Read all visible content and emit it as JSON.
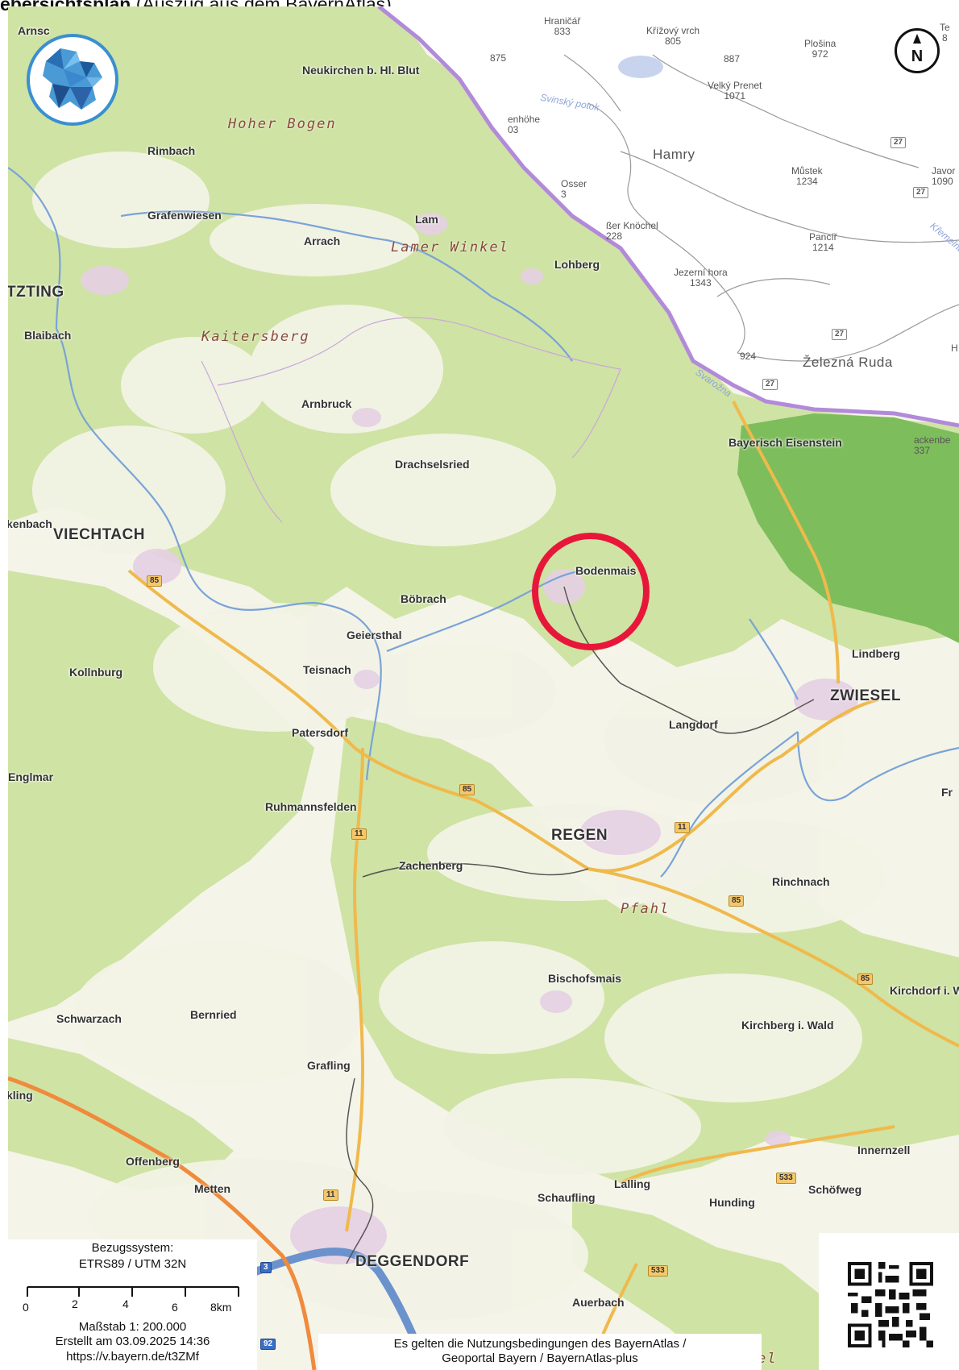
{
  "heading": {
    "bold": "ebersichtsplan",
    "rest": " (Auszug aus dem BayernAtlas)"
  },
  "colors": {
    "forest": "#cfe3a4",
    "open_land": "#f6f5ec",
    "settlement": "#e7d2e6",
    "river": "#7aa3d8",
    "main_road": "#f0b94c",
    "border": "#b28ad9",
    "national_park": "#7ebd5c",
    "czech_bg": "#ffffff",
    "marker": "#e8173a",
    "danube": "#6b92cc"
  },
  "icons": {
    "logo": "bayern-polygon-logo-icon",
    "north": "north-arrow-icon",
    "marker": "location-circle-marker"
  },
  "north_label": "N",
  "marker_target": "Bodenmais",
  "places": {
    "arnsch": "Arnsc",
    "neukirchen": "Neukirchen b. Hl. Blut",
    "rimbach": "Rimbach",
    "grafenwiesen": "Grafenwiesen",
    "lam": "Lam",
    "arrach": "Arrach",
    "lohberg": "Lohberg",
    "tzting": "TZTING",
    "blaibach": "Blaibach",
    "ambruck": "Arnbruck",
    "drachselsried": "Drachselsried",
    "bayerisch_eisenstein": "Bayerisch Eisenstein",
    "kenbach": "kenbach",
    "viechtach": "VIECHTACH",
    "bodenmais": "Bodenmais",
    "bobrach": "Böbrach",
    "geiersthal": "Geiersthal",
    "kollnburg": "Kollnburg",
    "teisnach": "Teisnach",
    "lindberg": "Lindberg",
    "zwiesel": "ZWIESEL",
    "langdorf": "Langdorf",
    "patersdorf": "Patersdorf",
    "englmar": "Englmar",
    "ruhmannsfelden": "Ruhmannsfelden",
    "regen": "REGEN",
    "zachenberg": "Zachenberg",
    "rinchnach": "Rinchnach",
    "fr": "Fr",
    "bischofsmais": "Bischofsmais",
    "kirchdorf": "Kirchdorf i. W",
    "schwarzach": "Schwarzach",
    "bernried": "Bernried",
    "kirchberg": "Kirchberg i. Wald",
    "grafling": "Grafling",
    "kling": "kling",
    "offenberg": "Offenberg",
    "innernzell": "Innernzell",
    "metten": "Metten",
    "lalling": "Lalling",
    "schaufling": "Schaufling",
    "schofweg": "Schöfweg",
    "hunding": "Hunding",
    "deggendorf": "DEGGENDORF",
    "auerbach": "Auerbach"
  },
  "regions": {
    "hoher_bogen": "Hoher Bogen",
    "lamer_winkel": "Lamer Winkel",
    "kaitersberg": "Kaitersberg",
    "pfahl": "Pfahl",
    "cut_bottom": "el"
  },
  "czech": {
    "hranicar": "Hraničář",
    "hranicar_h": "833",
    "krizovy": "Křížový vrch",
    "krizovy_h": "805",
    "te": "Te",
    "te_h": "8",
    "p875": "875",
    "p887": "887",
    "plosina": "Plošina",
    "plosina_h": "972",
    "velky_prenet": "Velký Prenet",
    "velky_prenet_h": "1071",
    "enhohe": "enhöhe",
    "enhohe_h": "03",
    "hamry": "Hamry",
    "mustek": "Můstek",
    "mustek_h": "1234",
    "javor": "Javor",
    "javor_h": "1090",
    "osser": "Osser",
    "osser_h": "3",
    "knochel": "ßer Knöchel",
    "knochel_h": "228",
    "pancir": "Pancíř",
    "pancir_h": "1214",
    "jezerni": "Jezerní hora",
    "jezerni_h": "1343",
    "zelezna": "Železná Ruda",
    "p924": "924",
    "h_hint": "H",
    "ackenbe": "ackenbe",
    "ackenbe_h": "337"
  },
  "waters": {
    "svinsky": "Svinský potok",
    "svarozna": "Svarožna",
    "kremelna": "Křemelná"
  },
  "shields": {
    "r85": "85",
    "r11": "11",
    "r533": "533",
    "r27": "27",
    "r3": "3",
    "r92": "92"
  },
  "legend": {
    "ref_title": "Bezugssystem:",
    "ref_value": "ETRS89 / UTM 32N",
    "scale_ticks": [
      "0",
      "2",
      "4",
      "6",
      "8km"
    ],
    "scale_text": "Maßstab 1: 200.000",
    "created": "Erstellt am 03.09.2025 14:36",
    "url": "https://v.bayern.de/t3ZMf"
  },
  "terms": {
    "line1": "Es gelten die Nutzungsbedingungen des BayernAtlas /",
    "line2": "Geoportal Bayern / BayernAtlas-plus"
  },
  "qr_icon": "qr-code-icon"
}
